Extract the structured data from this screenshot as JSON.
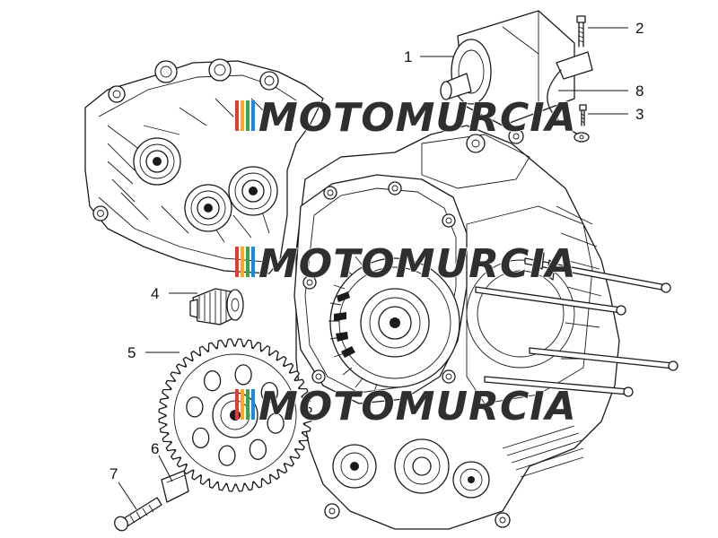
{
  "diagram": {
    "callouts": [
      "1",
      "2",
      "3",
      "4",
      "5",
      "6",
      "7",
      "8"
    ],
    "watermark": "MOTOMURCIA",
    "colors": {
      "line": "#1a1a1a",
      "background": "#ffffff",
      "watermark_stripe_1": "#e53935",
      "watermark_stripe_2": "#f9a825",
      "watermark_stripe_3": "#43a047",
      "watermark_stripe_4": "#1e88e5"
    }
  }
}
